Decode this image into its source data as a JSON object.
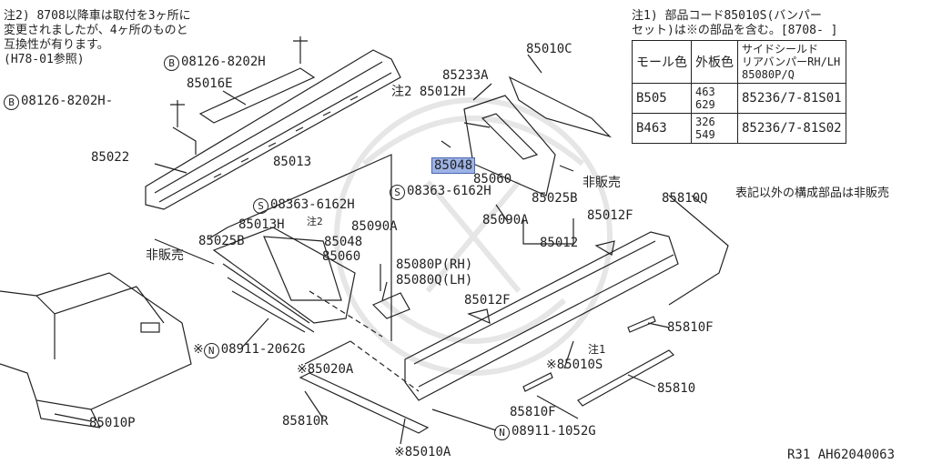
{
  "notes": {
    "note2_lines": [
      "注2) 8708以降車は取付を3ヶ所に",
      "変更されましたが、4ヶ所のものと",
      "互換性が有ります。",
      "(H78-01参照)"
    ],
    "note1_lines": [
      "注1) 部品コード85010S(バンパー",
      "セット)は※の部品を含む。[8708-    ]"
    ],
    "footer_note": "表記以外の構成部品は非販売",
    "catalog_code": "R31  AH62040063"
  },
  "table": {
    "headers": [
      "モール色",
      "外板色",
      "サイドシールド\nリアバンパーRH/LH\n85080P/Q"
    ],
    "rows": [
      {
        "mold": "B505",
        "body": "463\n629",
        "part": "85236/7-81S01"
      },
      {
        "mold": "B463",
        "body": "326\n549",
        "part": "85236/7-81S02"
      }
    ]
  },
  "labels": {
    "b08126_top": "08126-8202H",
    "b08126_left": "08126-8202H-",
    "p85016E": "85016E",
    "p85022": "85022",
    "p85013": "85013",
    "s08363_mid": "08363-6162H",
    "p85013H": "85013H",
    "note2_mark": "注2",
    "p85025B_left": "85025B",
    "p85048_left": "85048",
    "p85060_left": "85060",
    "p85090A_left": "85090A",
    "hidden_left": "非販売",
    "p85080P": "85080P(RH)",
    "p85080Q": "85080Q(LH)",
    "n08911_2062G": "08911-2062G",
    "p85020A": "※85020A",
    "p85010P": "85010P",
    "p85810R": "85810R",
    "p85010A": "※85010A",
    "n08911_1052G": "08911-1052G",
    "p85010C": "85010C",
    "p85233A": "85233A",
    "p85012H": "注2 85012H",
    "p85048_hl": "85048",
    "p85060_right": "85060",
    "s08363_right": "08363-6162H",
    "p85025B_right": "85025B",
    "hidden_right": "非販売",
    "p85090A_right": "85090A",
    "p85012F_top": "85012F",
    "p85012": "85012",
    "p85810Q": "85810Q",
    "p85012F_mid": "85012F",
    "p85810F_right": "85810F",
    "note1_mark": "注1",
    "p85010S": "※85010S",
    "p85810": "85810",
    "p85810F_bottom": "85810F",
    "circle_B": "B",
    "circle_S": "S",
    "circle_N": "N"
  }
}
